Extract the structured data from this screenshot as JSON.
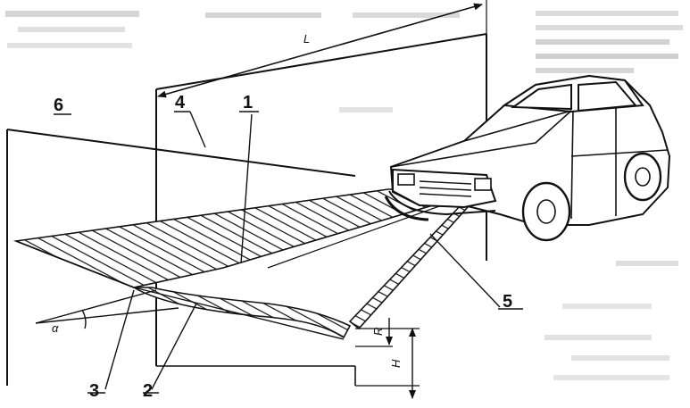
{
  "figure": {
    "labels": {
      "n1": "1",
      "n2": "2",
      "n3": "3",
      "n4": "4",
      "n5": "5",
      "n6": "6"
    },
    "dimensions": {
      "length": "L",
      "height": "H",
      "r": "R",
      "angle": "α"
    }
  },
  "colors": {
    "ink": "#111111",
    "paper": "#ffffff",
    "bleed": "#9a9a9a"
  }
}
